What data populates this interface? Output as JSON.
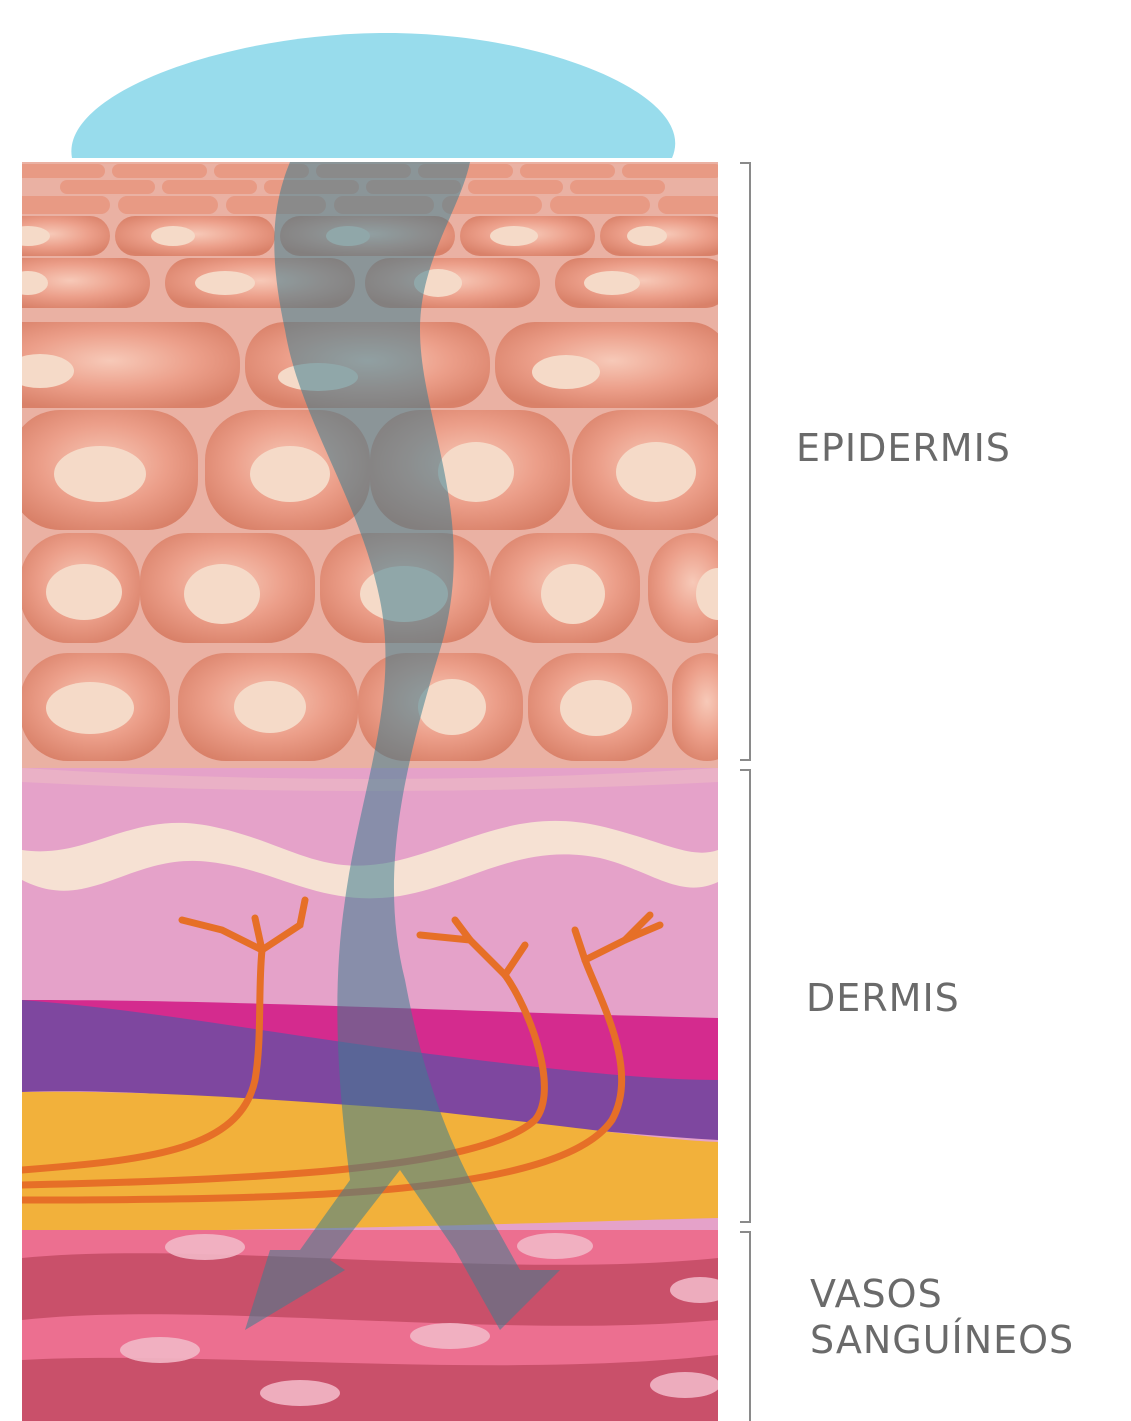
{
  "diagram": {
    "labels": {
      "epidermis": "EPIDERMIS",
      "dermis": "DERMIS",
      "vessels_line1": "VASOS",
      "vessels_line2": "SANGUÍNEOS"
    },
    "colors": {
      "drop": "#98dcec",
      "epidermis_bg": "#eab1a3",
      "cell": "#e3907a",
      "nucleus": "#f5dac8",
      "dermis_bg": "#e5a2c9",
      "wave": "#f6e1d3",
      "band_purple": "#7e479f",
      "band_magenta": "#d42b8e",
      "band_orange": "#f2b13b",
      "nerve": "#e66f27",
      "vessel_bg": "#c9506a",
      "vessel_light": "#ec6f90",
      "arrow": "rgba(60,120,140,0.55)"
    }
  }
}
